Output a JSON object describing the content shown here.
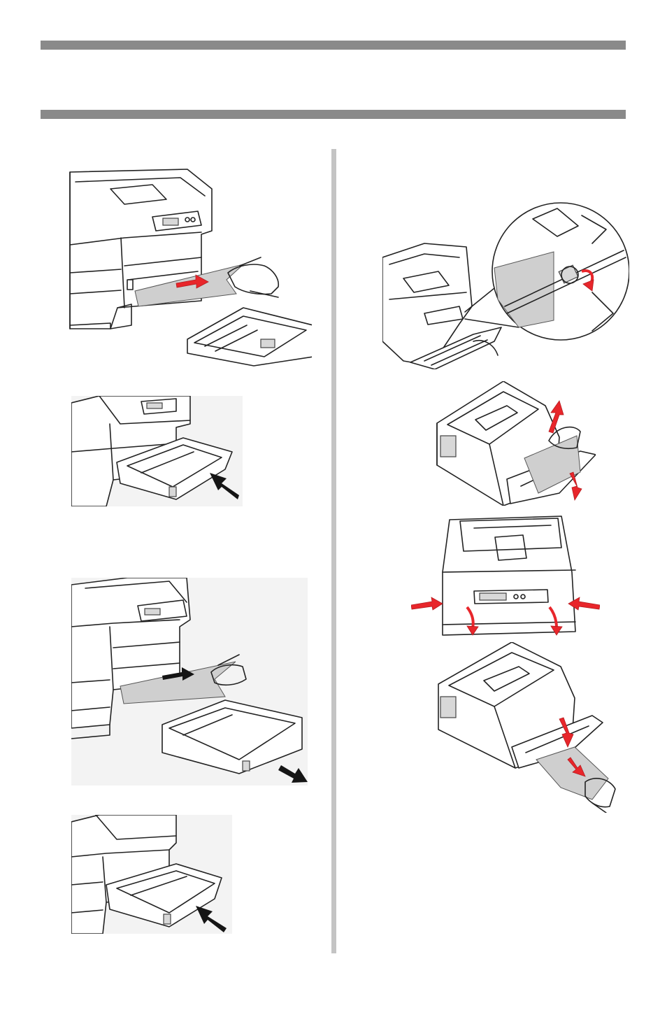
{
  "page": {
    "header_rule_top": "",
    "header_rule_bottom": ""
  },
  "colors": {
    "rule": "#8a8a8a",
    "divider": "#c4c4c4",
    "arrow_red": "#e8262b",
    "paper_grey": "#cfcfcf"
  },
  "figures": {
    "left": [
      {
        "id": "remove-paper-from-tray-slot",
        "icon": "printer-paper-jam-illustration"
      },
      {
        "id": "insert-tray",
        "icon": "tray-insert-illustration"
      },
      {
        "id": "remove-paper-second-tray",
        "icon": "printer-paper-jam-illustration"
      },
      {
        "id": "insert-second-tray",
        "icon": "tray-insert-illustration"
      }
    ],
    "right": [
      {
        "id": "rear-exit-roller-detail",
        "icon": "roller-detail-illustration"
      },
      {
        "id": "pull-paper-up-rear",
        "icon": "rear-paper-pull-illustration"
      },
      {
        "id": "press-side-buttons",
        "icon": "side-release-illustration"
      },
      {
        "id": "pull-paper-out-rear",
        "icon": "rear-paper-pull-illustration"
      }
    ]
  }
}
